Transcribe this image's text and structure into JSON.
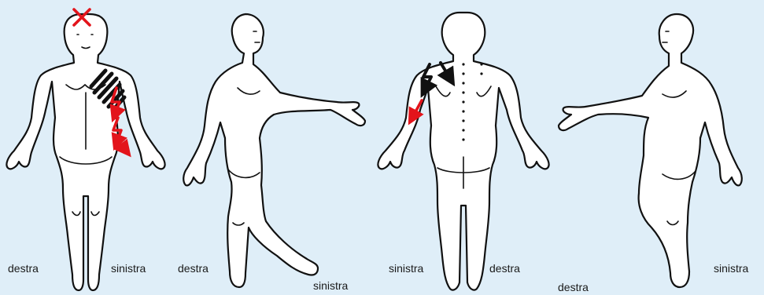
{
  "figures": [
    {
      "view": "front",
      "labels": {
        "left": "destra",
        "right": "sinistra"
      },
      "marks": [
        "cross-mark",
        "hatch-area-shoulder",
        "red-lightning-arrow-arm"
      ]
    },
    {
      "view": "side",
      "labels": {
        "left": "destra",
        "right": "sinistra"
      },
      "marks": []
    },
    {
      "view": "back",
      "labels": {
        "left": "sinistra",
        "right": "destra"
      },
      "marks": [
        "black-lightning-arrow",
        "black-arrow",
        "red-arrow-forearm",
        "spine-dots"
      ]
    },
    {
      "view": "side-mirrored",
      "labels": {
        "left": "destra",
        "right": "sinistra"
      },
      "marks": []
    }
  ],
  "colors": {
    "background": "#dfeef8",
    "outline": "#111111",
    "pain_red": "#e3141b",
    "pain_black": "#111111"
  }
}
